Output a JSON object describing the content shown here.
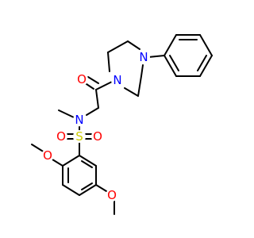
{
  "molecule": {
    "atoms": {
      "o_ketone": {
        "label": "O",
        "color": "#ff0000"
      },
      "n_piperazine_amide": {
        "label": "N",
        "color": "#0000ff"
      },
      "n_piperazine_phenyl": {
        "label": "N",
        "color": "#0000ff"
      },
      "n_sulfonamide": {
        "label": "N",
        "color": "#0000ff"
      },
      "s_sulfonyl": {
        "label": "S",
        "color": "#cccc00"
      },
      "o_sulfonyl_left": {
        "label": "O",
        "color": "#ff0000"
      },
      "o_sulfonyl_right": {
        "label": "O",
        "color": "#ff0000"
      },
      "o_methoxy_2": {
        "label": "O",
        "color": "#ff0000"
      },
      "o_methoxy_5": {
        "label": "O",
        "color": "#ff0000"
      }
    },
    "bond_color": "#000000",
    "background": "#ffffff"
  }
}
